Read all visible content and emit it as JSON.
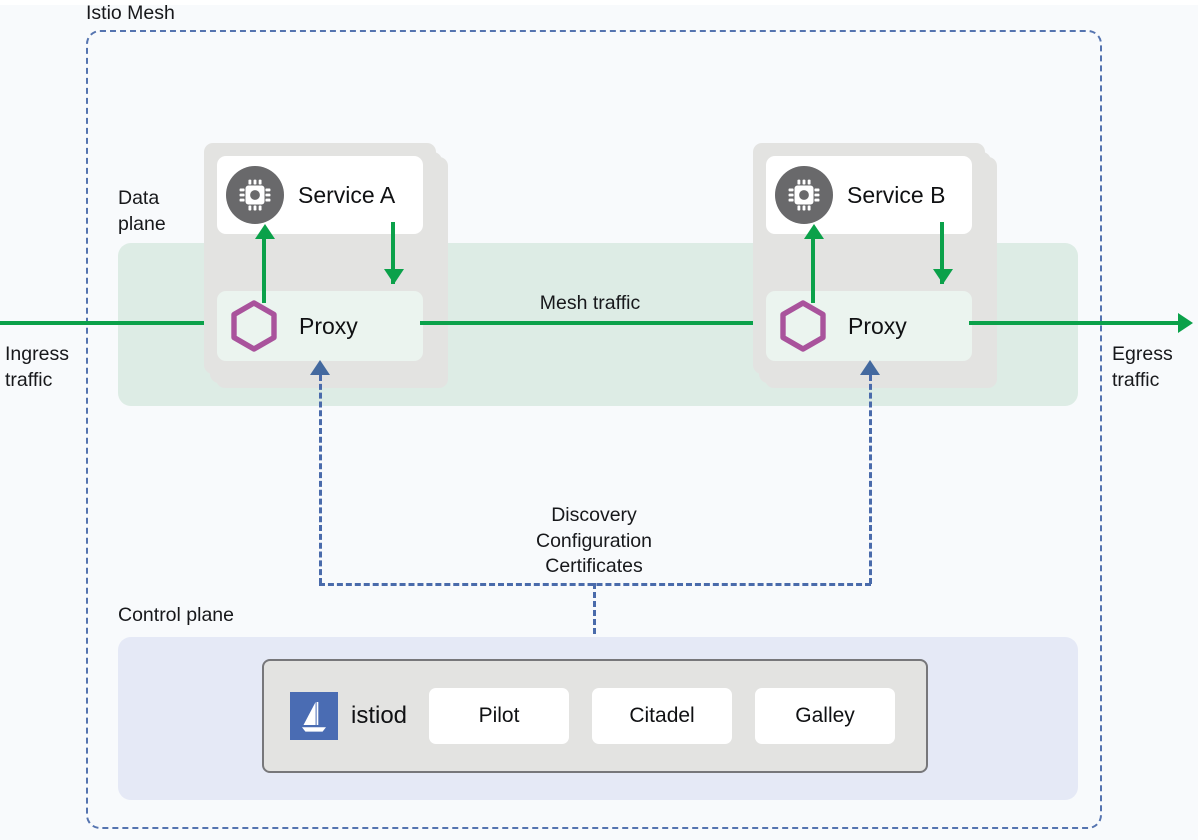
{
  "diagram": {
    "mesh_title": "Istio Mesh",
    "data_plane_label": "Data\nplane",
    "control_plane_label": "Control plane",
    "ingress_label": "Ingress\ntraffic",
    "egress_label": "Egress\ntraffic",
    "mesh_traffic_label": "Mesh traffic",
    "discovery_label": "Discovery\nConfiguration\nCertificates"
  },
  "pods": [
    {
      "service_name": "Service A",
      "service_icon": "cpu-chip-icon",
      "proxy_name": "Proxy",
      "proxy_icon": "hexagon-icon"
    },
    {
      "service_name": "Service B",
      "service_icon": "cpu-chip-icon",
      "proxy_name": "Proxy",
      "proxy_icon": "hexagon-icon"
    }
  ],
  "control_plane": {
    "istiod_label": "istiod",
    "istiod_icon": "istio-sailboat-logo",
    "components": [
      {
        "label": "Pilot"
      },
      {
        "label": "Citadel"
      },
      {
        "label": "Galley"
      }
    ]
  },
  "colors": {
    "page_background": "#f8fafc",
    "mesh_border": "#5574b0",
    "data_plane_band": "#ddece5",
    "control_plane_panel": "#e5e9f6",
    "pod_gray": "#e3e3e1",
    "proxy_card": "#ebf4ef",
    "traffic_green": "#0ba14a",
    "hexagon_purple": "#a9539c",
    "chip_circle_gray": "#69696b",
    "istiod_blue": "#4a6cb3",
    "dashed_blue": "#4a6bab",
    "text": "#17181b"
  }
}
